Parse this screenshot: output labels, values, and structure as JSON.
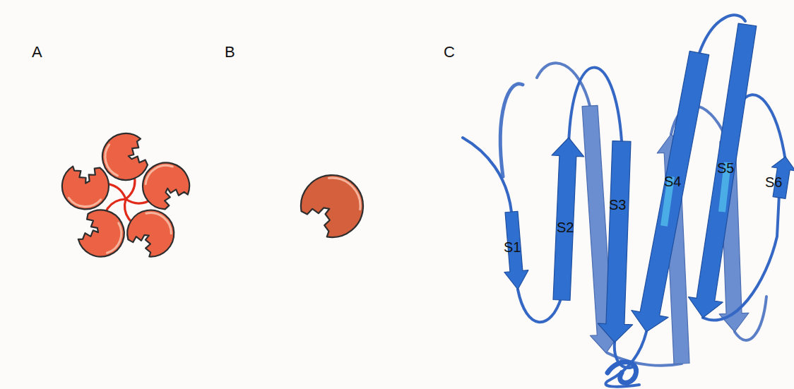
{
  "diagram": {
    "labels": [
      "A",
      "B",
      "C",
      "S1",
      "S2",
      "S3",
      "S4",
      "S5",
      "S6"
    ]
  }
}
